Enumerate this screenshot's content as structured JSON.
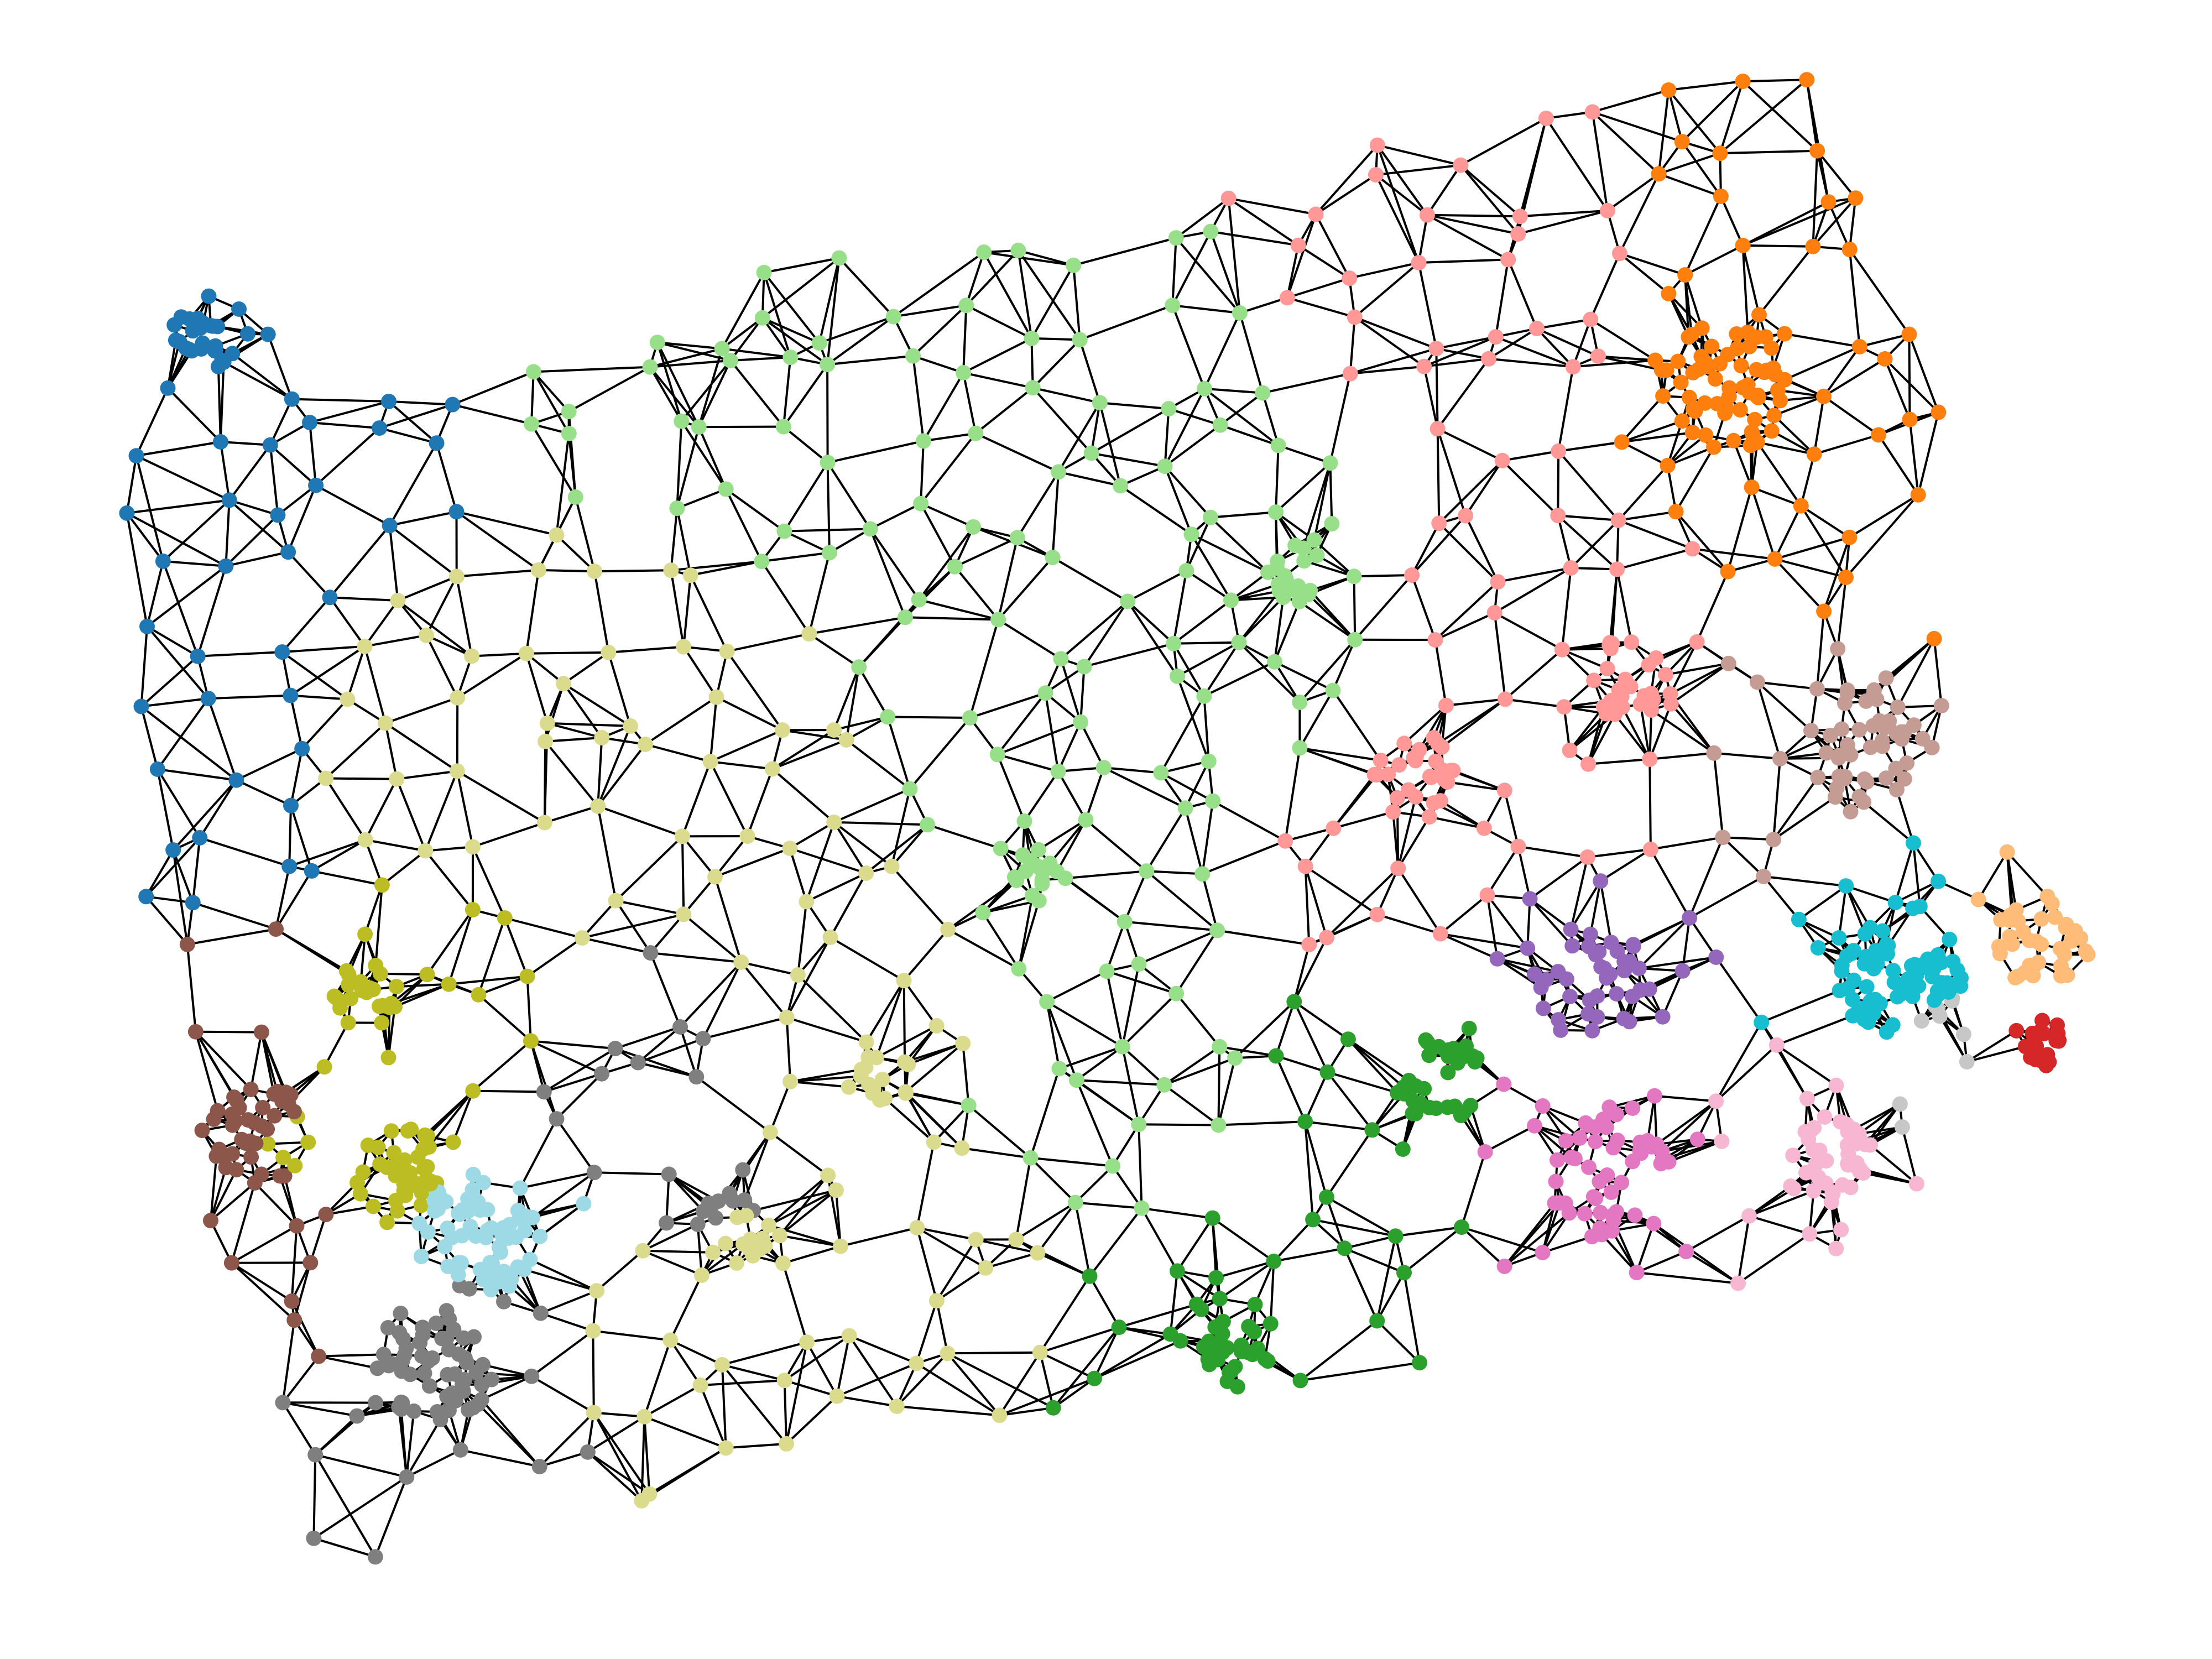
{
  "graph": {
    "description_visible_text": "",
    "edge_color": "#000000",
    "node_radius_hint": "small",
    "districts": [
      {
        "id": "blue",
        "color": "#1f77b4"
      },
      {
        "id": "orange",
        "color": "#ff7f0e"
      },
      {
        "id": "light-orange",
        "color": "#ffbb78"
      },
      {
        "id": "green",
        "color": "#2ca02c"
      },
      {
        "id": "light-green",
        "color": "#98df8a"
      },
      {
        "id": "red",
        "color": "#d62728"
      },
      {
        "id": "salmon",
        "color": "#ff9896"
      },
      {
        "id": "purple",
        "color": "#9467bd"
      },
      {
        "id": "light-blue",
        "color": "#aec7e8"
      },
      {
        "id": "brown",
        "color": "#8c564b"
      },
      {
        "id": "tan",
        "color": "#c49c94"
      },
      {
        "id": "pink",
        "color": "#e377c2"
      },
      {
        "id": "light-pink",
        "color": "#f7b6d2"
      },
      {
        "id": "gray",
        "color": "#7f7f7f"
      },
      {
        "id": "light-gray",
        "color": "#c7c7c7"
      },
      {
        "id": "olive",
        "color": "#bcbd22"
      },
      {
        "id": "khaki",
        "color": "#dbdb8d"
      },
      {
        "id": "cyan",
        "color": "#17becf"
      },
      {
        "id": "light-cyan",
        "color": "#9edae5"
      }
    ]
  }
}
